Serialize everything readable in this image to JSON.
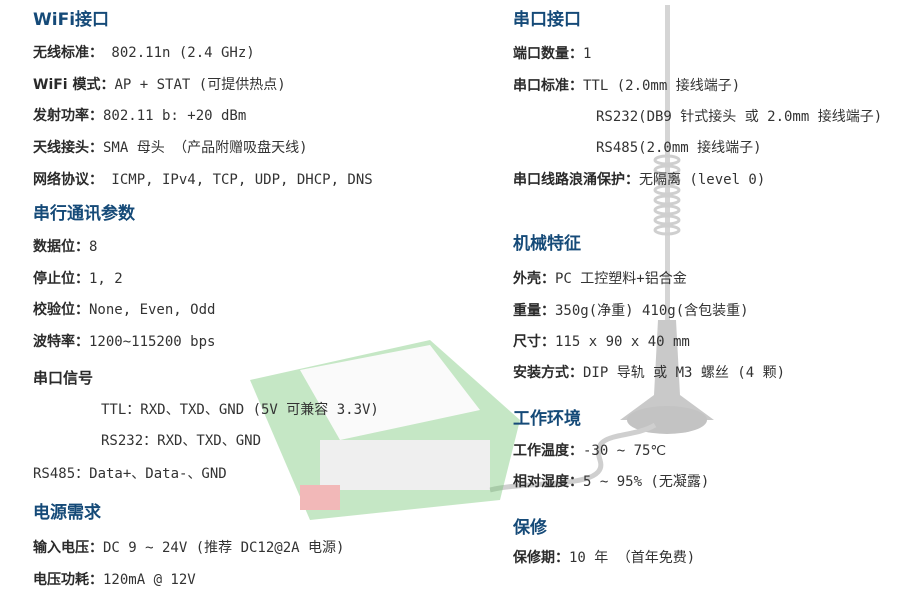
{
  "wifi": {
    "title": "WiFi接口",
    "rows": [
      {
        "label": "无线标准：",
        "value": " 802.11n (2.4 GHz)"
      },
      {
        "label": "WiFi 模式：",
        "value": "AP + STAT (可提供热点)"
      },
      {
        "label": "发射功率：",
        "value": "802.11 b: +20 dBm"
      },
      {
        "label": "天线接头：",
        "value": "SMA 母头 （产品附赠吸盘天线)"
      },
      {
        "label": "网络协议：",
        "value": " ICMP, IPv4, TCP, UDP, DHCP, DNS"
      }
    ]
  },
  "serial_params": {
    "title": "串行通讯参数",
    "rows": [
      {
        "label": "数据位：",
        "value": "8"
      },
      {
        "label": "停止位：",
        "value": "1, 2"
      },
      {
        "label": "校验位：",
        "value": "None, Even, Odd"
      },
      {
        "label": "波特率：",
        "value": "1200~115200 bps"
      }
    ],
    "signal_title": "串口信号",
    "signals": [
      "TTL：RXD、TXD、GND (5V 可兼容 3.3V)",
      "RS232：RXD、TXD、GND",
      "RS485：Data+、Data-、GND"
    ]
  },
  "power": {
    "title": "电源需求",
    "rows": [
      {
        "label": "输入电压：",
        "value": "DC 9 ~ 24V (推荐 DC12@2A 电源)"
      },
      {
        "label": "电压功耗：",
        "value": "120mA @ 12V"
      }
    ]
  },
  "serial_port": {
    "title": "串口接口",
    "count": {
      "label": "端口数量：",
      "value": "1"
    },
    "standard_label": "串口标准：",
    "standards": [
      "TTL (2.0mm 接线端子)",
      "RS232(DB9 针式接头 或 2.0mm 接线端子)",
      "RS485(2.0mm 接线端子)"
    ],
    "surge": {
      "label": "串口线路浪涌保护：",
      "value": "无隔离 (level 0)"
    }
  },
  "mechanical": {
    "title": "机械特征",
    "rows": [
      {
        "label": "外壳：",
        "value": "PC 工控塑料+铝合金"
      },
      {
        "label": "重量：",
        "value": "350g(净重) 410g(含包装重)"
      },
      {
        "label": "尺寸：",
        "value": "115 x 90 x 40 mm"
      },
      {
        "label": "安装方式：",
        "value": "DIP 导轨  或  M3 螺丝 (4 颗)"
      }
    ]
  },
  "environment": {
    "title": "工作环境",
    "rows": [
      {
        "label": "工作温度：",
        "value": "-30 ~ 75℃"
      },
      {
        "label": "相对湿度：",
        "value": "5 ~ 95% (无凝露)"
      }
    ]
  },
  "warranty": {
    "title": "保修",
    "rows": [
      {
        "label": "保修期：",
        "value": "10 年 （首年免费)"
      }
    ]
  }
}
